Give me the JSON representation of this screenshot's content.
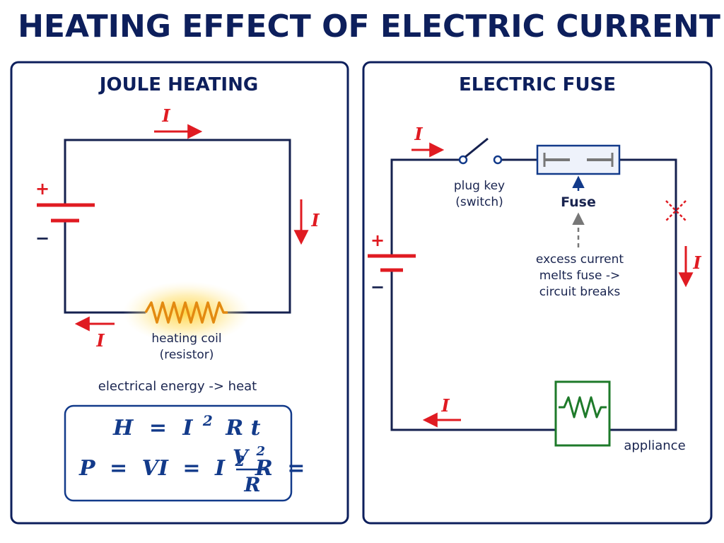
{
  "main_title": "HEATING EFFECT OF ELECTRIC CURRENT",
  "joule": {
    "heading": "JOULE HEATING",
    "current_symbol": "I",
    "plus_sign": "+",
    "minus_sign": "−",
    "coil_label_line1": "heating coil",
    "coil_label_line2": "(resistor)",
    "energy_text": "electrical energy -> heat",
    "eq1": {
      "lhs": "H",
      "equals": "=",
      "base": "I",
      "exp": "2",
      "rest": "R t"
    },
    "eq2": {
      "part1": "P",
      "eq_sign": "=",
      "part2": "VI",
      "base": "I",
      "exp": "2",
      "r": "R",
      "num": "V",
      "num_exp": "2",
      "den": "R"
    }
  },
  "fuse": {
    "heading": "ELECTRIC FUSE",
    "current_symbol": "I",
    "plus_sign": "+",
    "minus_sign": "−",
    "switch_label_line1": "plug key",
    "switch_label_line2": "(switch)",
    "fuse_label": "Fuse",
    "note_line1": "excess current",
    "note_line2": "melts fuse ->",
    "note_line3": "circuit breaks",
    "appliance_label": "appliance"
  },
  "colors": {
    "navy": "#0d1f5c",
    "wire": "#15214f",
    "current_red": "#e01b22",
    "equation_blue": "#123a8a",
    "coil_orange": "#e38a10",
    "appliance_green": "#1e7a2a"
  }
}
